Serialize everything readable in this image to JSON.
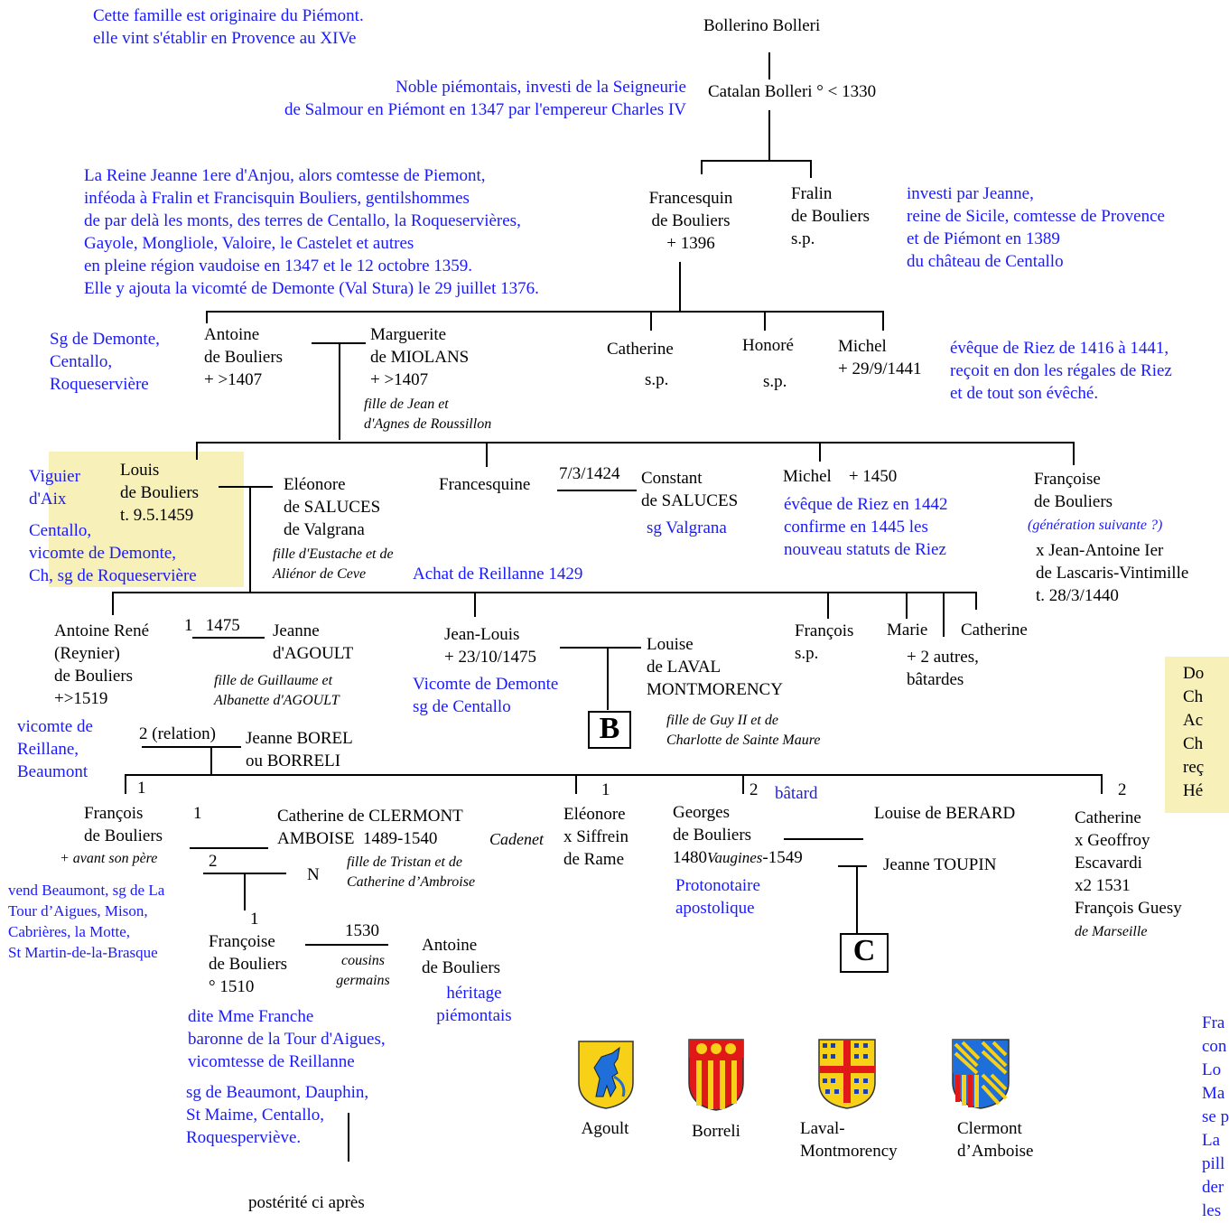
{
  "notes": {
    "origin": "Cette famille est originaire du Piémont.\nelle vint s'établir en Provence au XIVe",
    "salmour": "Noble piémontais, investi de la Seigneurie\nde Salmour en Piémont en 1347 par l'empereur Charles IV",
    "reine_jeanne": "La Reine Jeanne 1ere d'Anjou, alors comtesse de Piemont,\ninféoda à Fralin et Francisquin Bouliers, gentilshommes\nde par delà les monts, des terres de Centallo, la Roqueservières,\nGayole, Mongliole, Valoire, le Castelet et autres\nen pleine région vaudoise en 1347 et le 12 octobre 1359.\nElle y ajouta la vicomté de Demonte (Val Stura) le 29 juillet 1376.",
    "fralin_invest": "investi par Jeanne,\nreine de Sicile, comtesse de Provence\net de Piémont en 1389\ndu château de Centallo",
    "sg_demonte": "Sg de Demonte,\nCentallo,\nRoqueservière",
    "michel_eveque": "évêque de Riez de 1416 à 1441,\nreçoit en don les régales de Riez\net de tout son évêché.",
    "viguier": "Viguier\nd'Aix",
    "louis_titles": "Centallo,\nvicomte de Demonte,\nCh, sg de Roqueservière",
    "achat": "Achat de Reillanne 1429",
    "constant_sg": "sg Valgrana",
    "michel2_eveque": "évêque de Riez en 1442\nconfirme en 1445 les\nnouveau statuts de Riez",
    "generation": "(génération suivante ?)",
    "jean_louis_titles": "Vicomte de Demonte\nsg de Centallo",
    "antoine_rene_titles": "vicomte de\nReillane,\nBeaumont",
    "francois_vend": "vend Beaumont, sg de La\nTour d’Aigues, Mison,\nCabrières, la Motte,\nSt Martin-de-la-Brasque",
    "batard": "bâtard",
    "protonotaire": "Protonotaire\napostolique",
    "heritage": "héritage\npiémontais",
    "francoise_dite": "dite Mme Franche\nbaronne de la Tour d'Aigues,\nvicomtesse de Reillanne",
    "francoise_sg": "sg de Beaumont, Dauphin,\nSt Maime, Centallo,\nRoquesperviève.",
    "right_box_partial": "Do\nCh\nAc\nCh\nreç\nHé",
    "right_bottom_partial": "Fra\ncon\nLo\nMa\nse p\nLa\npill\nder\nles"
  },
  "people": {
    "bollerino": "Bollerino Bolleri",
    "catalan": "Catalan Bolleri ° < 1330",
    "francesquin": "Francesquin\nde Bouliers\n+ 1396",
    "fralin": "Fralin\nde Bouliers\ns.p.",
    "antoine": "Antoine\nde Bouliers\n+ >1407",
    "marguerite": "Marguerite\nde MIOLANS\n+ >1407",
    "marguerite_fille": "fille de Jean et\nd'Agnes de Roussillon",
    "catherine1": "Catherine",
    "catherine1_sp": "s.p.",
    "honore": "Honoré",
    "honore_sp": "s.p.",
    "michel1": "Michel\n+ 29/9/1441",
    "louis": "Louis\nde Bouliers\nt. 9.5.1459",
    "eleonore": "Eléonore\nde SALUCES\nde Valgrana",
    "eleonore_fille": "fille d'Eustache et de\nAliénor de Ceve",
    "francesquine": "Francesquine",
    "date_1424": "7/3/1424",
    "constant": "Constant\nde SALUCES",
    "michel2": "Michel    + 1450",
    "francoise1": "Françoise\nde Bouliers",
    "francoise1_mar": "x Jean-Antoine Ier\nde Lascaris-Vintimille\nt. 28/3/1440",
    "antoine_rene": "Antoine René\n(Reynier)\nde Bouliers\n+>1519",
    "m1475": "1   1475",
    "jeanne_agoult": "Jeanne\nd'AGOULT",
    "jeanne_agoult_fille": "fille de Guillaume et\nAlbanette d'AGOULT",
    "jean_louis": "Jean-Louis\n+ 23/10/1475",
    "louise_laval": "Louise\nde LAVAL\nMONTMORENCY",
    "louise_fille": "fille de Guy II et de\nCharlotte de Sainte Maure",
    "francois_sp": "François\ns.p.",
    "marie": "Marie",
    "catherine2": "Catherine",
    "autres": "+ 2 autres,\nbâtardes",
    "relation": "2 (relation)",
    "jeanne_borel": "Jeanne BOREL\nou BORRELI",
    "n1a": "1",
    "francois": "François\nde Bouliers",
    "francois_mort": "+ avant son père",
    "m_cat_1": "1",
    "catherine_clermont": "Catherine de CLERMONT\nAMBOISE  1489-1540",
    "cadenet": "Cadenet",
    "catherine_fille": "fille de Tristan et de\nCatherine d’Ambroise",
    "m2": "2",
    "n_child": "N",
    "n1b": "1",
    "n1c": "1",
    "eleonore2": "Eléonore\nx Siffrein\nde Rame",
    "n2a": "2",
    "georges": "Georges\nde Bouliers",
    "georges_dates_a": "1480",
    "georges_vaugines": "Vaugines",
    "georges_dates_b": "-1549",
    "louise_berard": "Louise de BERARD",
    "jeanne_toupin": "Jeanne TOUPIN",
    "n2b": "2",
    "catherine3": "Catherine\nx Geoffroy\nEscavardi\nx2 1531\nFrançois Guesy",
    "de_marseille": "de Marseille",
    "francoise2": "Françoise\nde Bouliers\n° 1510",
    "m1530": "1530",
    "cousins": "cousins\ngermains",
    "antoine2": "Antoine\nde Bouliers",
    "posterite": "postérité ci après"
  },
  "boxes": {
    "b": "B",
    "c": "C"
  },
  "arms": [
    {
      "name": "Agoult",
      "colors": [
        "#f7d018",
        "#1e6fd9"
      ]
    },
    {
      "name": "Borreli",
      "colors": [
        "#e01818",
        "#f7d018"
      ]
    },
    {
      "name": "Laval-\nMontmorency",
      "colors": [
        "#f7d018",
        "#e01818",
        "#1e3fa8"
      ]
    },
    {
      "name": "Clermont\nd’Amboise",
      "colors": [
        "#1e6fd9",
        "#f7d018",
        "#e01818"
      ]
    }
  ]
}
